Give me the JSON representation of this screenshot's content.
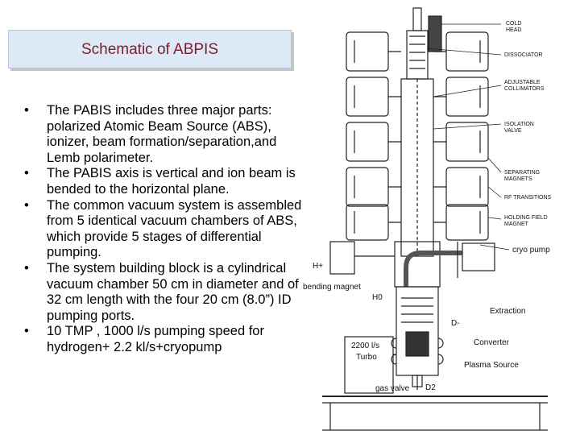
{
  "slide": {
    "title": "Schematic of ABPIS",
    "bullet_symbol": "•",
    "bullets": [
      "The PABIS includes three major parts: polarized Atomic Beam Source (ABS), ionizer, beam formation/separation,and Lemb polarimeter.",
      "The PABIS axis is vertical and ion beam is bended to the horizontal plane.",
      "The common vacuum system is assembled from 5 identical vacuum chambers of ABS, which provide 5 stages of differential pumping.",
      "The system building block is a cylindrical vacuum chamber 50 cm in diameter and of 32 cm length with the four 20 cm (8.0”) ID pumping ports.",
      "10 TMP , 1000 l/s pumping speed for hydrogen+ 2.2 kl/s+cryopump"
    ]
  },
  "schematic": {
    "labels": {
      "cold_head": [
        "COLD",
        "HEAD"
      ],
      "dissociator": "DISSOCIATOR",
      "adjustable_collimators": [
        "ADJUSTABLE",
        "COLLIMATORS"
      ],
      "isolation_valve": [
        "ISOLATION",
        "VALVE"
      ],
      "separating_magnets": [
        "SEPARATING",
        "MAGNETS"
      ],
      "rf_transitions": "RF TRANSITIONS",
      "holding_field_magnet": [
        "HOLDING FIELD",
        "MAGNET"
      ],
      "cryo_pump": "cryo pump",
      "h_plus": "H+",
      "bending_magnet": "bending magnet",
      "h0": "H0",
      "extraction": "Extraction",
      "d_minus": "D-",
      "converter": "Converter",
      "turbo_speed": "2200 l/s",
      "turbo": "Turbo",
      "plasma_source": "Plasma Source",
      "gas_valve": "gas valve",
      "d2": "D2"
    }
  }
}
